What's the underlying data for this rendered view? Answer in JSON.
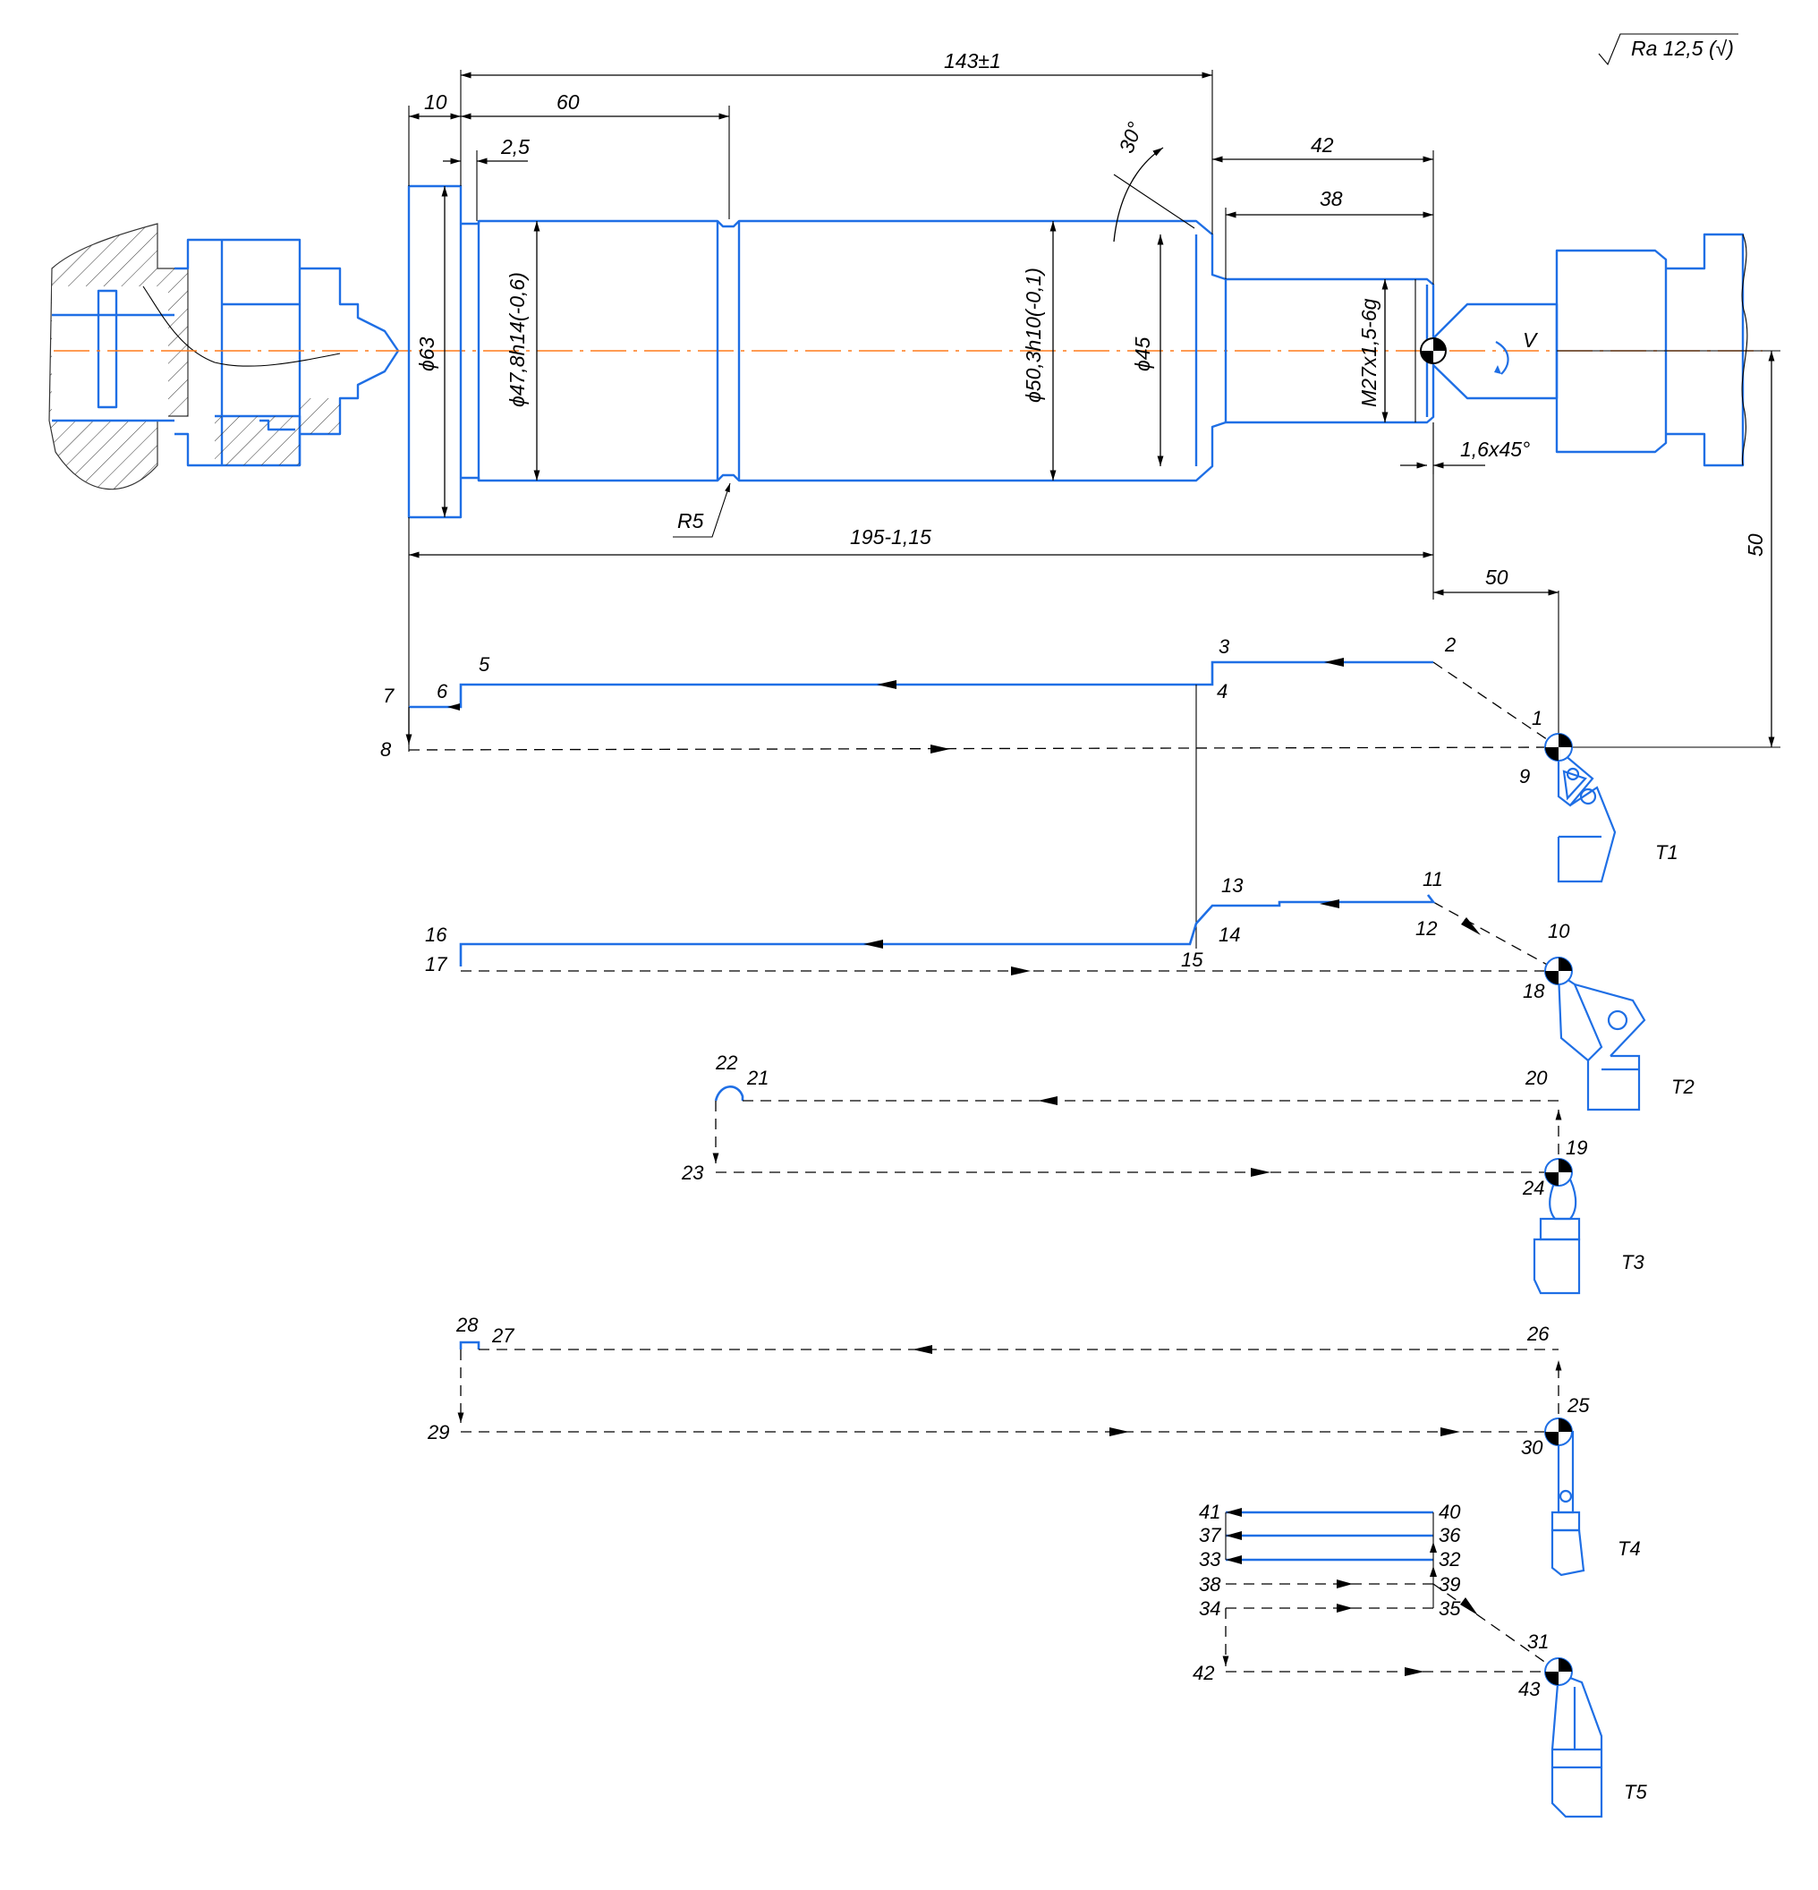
{
  "roughness": "Ra 12,5 (√)",
  "dims": {
    "overall_143": "143±1",
    "d10": "10",
    "d60": "60",
    "d2_5": "2,5",
    "angle30": "30°",
    "d42": "42",
    "d38": "38",
    "phi63": "ϕ63",
    "phi47": "ϕ47,8h14(-0,6)",
    "phi50": "ϕ50,3h10(-0,1)",
    "phi45": "ϕ45",
    "thread": "M27x1,5-6g",
    "chamfer": "1,6x45°",
    "r5": "R5",
    "overall_195": "195-1,15",
    "d50h": "50",
    "d50v": "50",
    "v": "V"
  },
  "points": {
    "p1": "1",
    "p2": "2",
    "p3": "3",
    "p4": "4",
    "p5": "5",
    "p6": "6",
    "p7": "7",
    "p8": "8",
    "p9": "9",
    "p10": "10",
    "p11": "11",
    "p12": "12",
    "p13": "13",
    "p14": "14",
    "p15": "15",
    "p16": "16",
    "p17": "17",
    "p18": "18",
    "p19": "19",
    "p20": "20",
    "p21": "21",
    "p22": "22",
    "p23": "23",
    "p24": "24",
    "p25": "25",
    "p26": "26",
    "p27": "27",
    "p28": "28",
    "p29": "29",
    "p30": "30",
    "p31": "31",
    "p32": "32",
    "p33": "33",
    "p34": "34",
    "p35": "35",
    "p36": "36",
    "p37": "37",
    "p38": "38",
    "p39": "39",
    "p40": "40",
    "p41": "41",
    "p42": "42",
    "p43": "43"
  },
  "tools": {
    "t1": "T1",
    "t2": "T2",
    "t3": "T3",
    "t4": "T4",
    "t5": "T5"
  },
  "colors": {
    "part": "#1f6fe5",
    "axis": "#ff7a1a",
    "lines": "#000000"
  }
}
